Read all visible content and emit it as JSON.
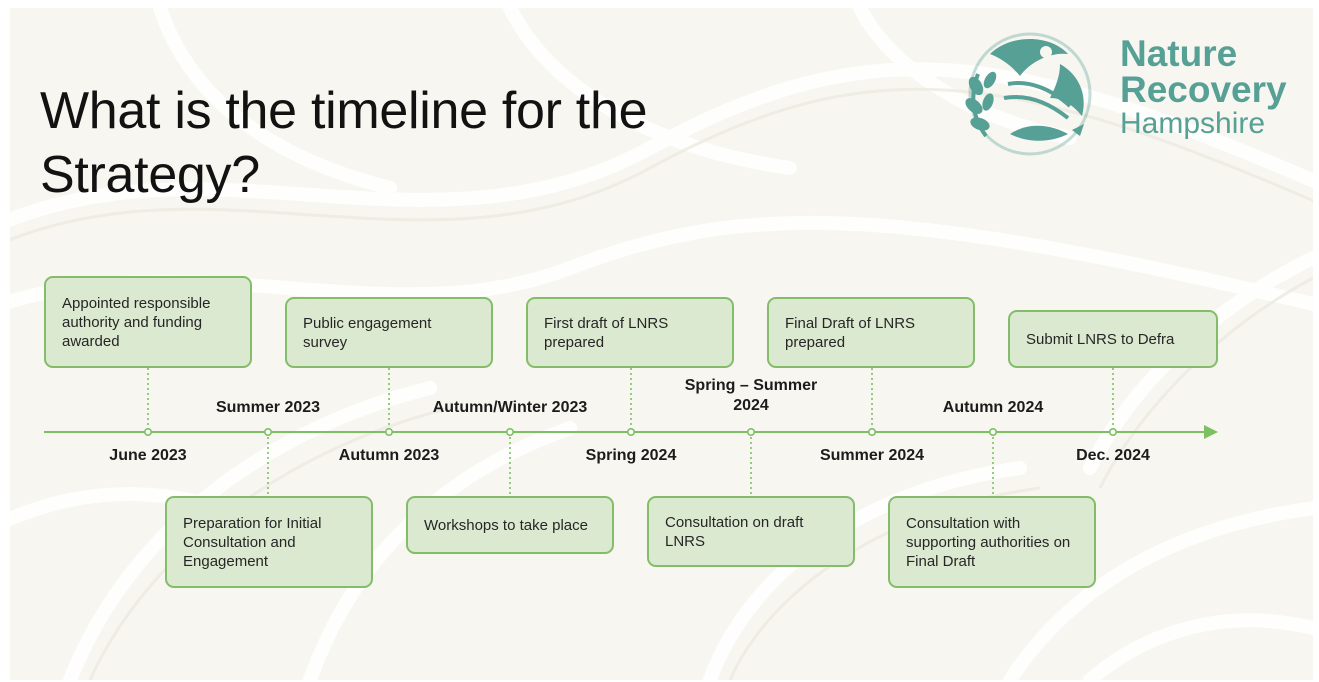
{
  "slide": {
    "title": "What is the timeline for the Strategy?"
  },
  "logo": {
    "line1": "Nature",
    "line2": "Recovery",
    "line3": "Hampshire",
    "color": "#56a095"
  },
  "colors": {
    "box_fill": "#dbe9d0",
    "box_border": "#84bd6a",
    "axis": "#7cc063"
  },
  "timeline": {
    "dates": [
      "June 2023",
      "Summer 2023",
      "Autumn 2023",
      "Autumn/Winter 2023",
      "Spring 2024",
      "Spring – Summer 2024",
      "Summer 2024",
      "Autumn 2024",
      "Dec. 2024"
    ],
    "milestones": [
      "Appointed responsible authority and funding awarded",
      "Preparation for Initial Consultation and Engagement",
      "Public engagement survey",
      "Workshops to take place",
      "First draft of LNRS prepared",
      "Consultation on draft LNRS",
      "Final Draft of LNRS prepared",
      "Consultation with supporting authorities on Final Draft",
      "Submit LNRS to Defra"
    ]
  }
}
